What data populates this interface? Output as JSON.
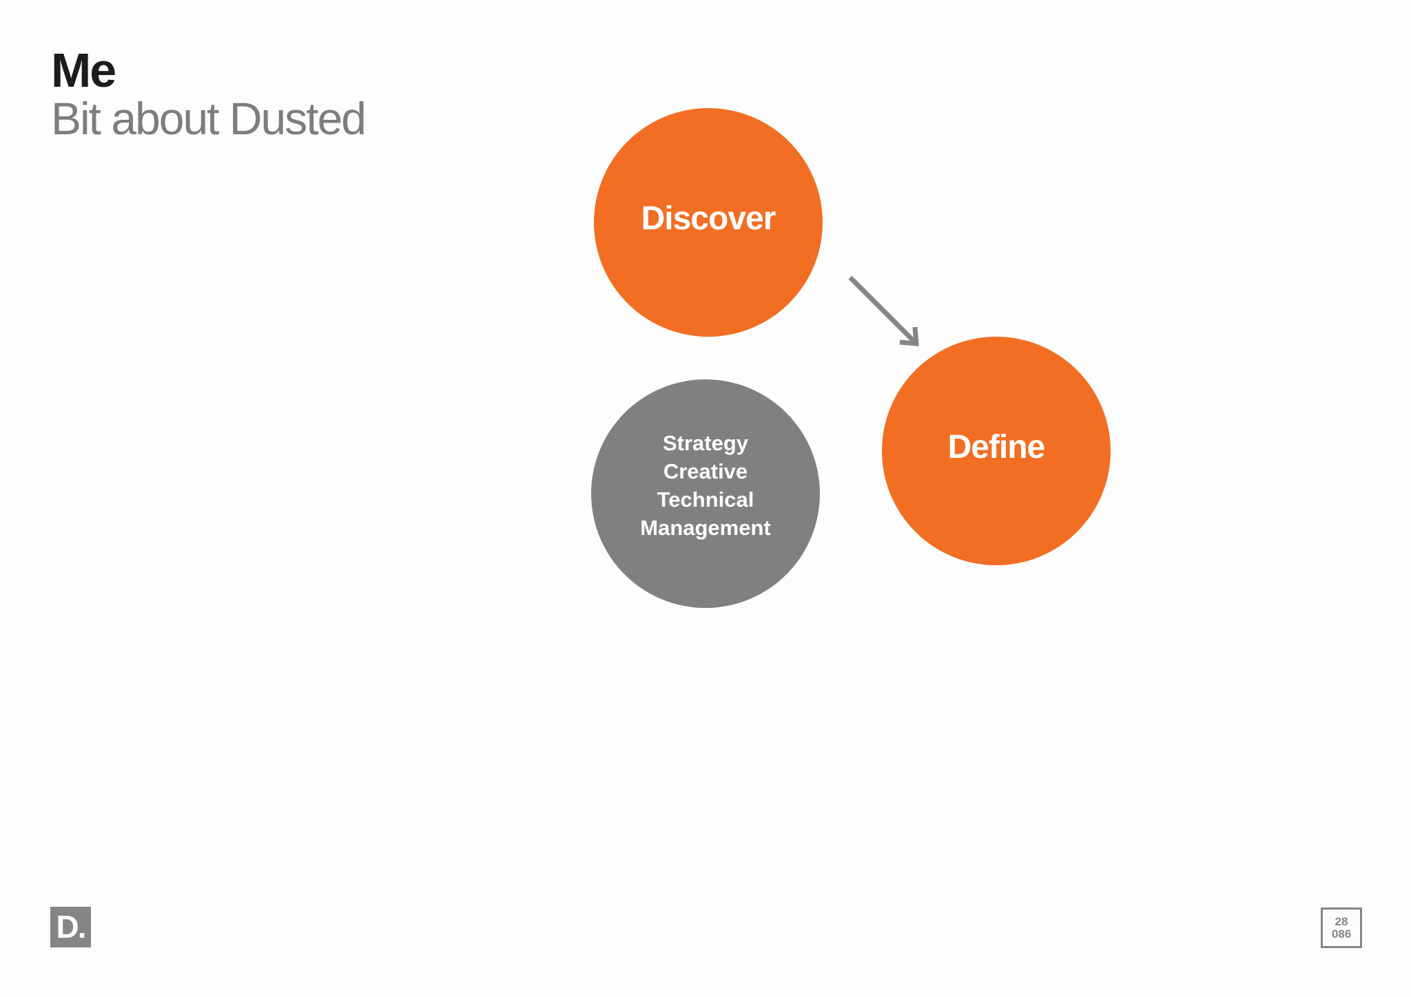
{
  "header": {
    "title": "Me",
    "subtitle": "Bit about Dusted"
  },
  "diagram": {
    "nodes": [
      {
        "id": "discover",
        "label": "Discover",
        "color": "#f26e23"
      },
      {
        "id": "define",
        "label": "Define",
        "color": "#f26e23"
      },
      {
        "id": "services",
        "items": [
          "Strategy",
          "Creative",
          "Technical",
          "Management"
        ],
        "color": "#807f82"
      }
    ],
    "edges": [
      {
        "from": "discover",
        "to": "define",
        "color": "#858487"
      }
    ]
  },
  "footer": {
    "logo_text": "D.",
    "page_current": "28",
    "page_total": "086"
  },
  "colors": {
    "accent": "#f26e23",
    "grey": "#807f82",
    "title": "#1c1c1c",
    "subtitle": "#7d7c7e"
  }
}
